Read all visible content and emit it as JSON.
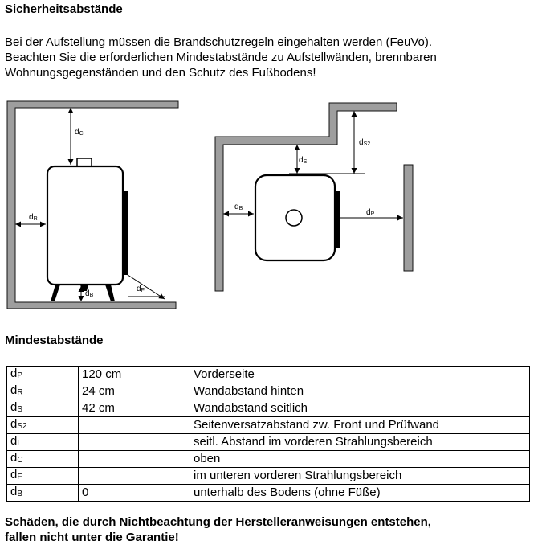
{
  "heading": "Sicherheitsabstände",
  "intro": [
    "Bei der Aufstellung müssen die Brandschutzregeln eingehalten werden (FeuVo).",
    "Beachten Sie die erforderlichen Mindestabstände zu Aufstellwänden, brennbaren",
    "Wohnungsgegenständen und den Schutz des Fußbodens!"
  ],
  "diagram_labels": {
    "left": {
      "dc": [
        "d",
        "C"
      ],
      "dr": [
        "d",
        "R"
      ],
      "db": [
        "d",
        "B"
      ],
      "df": [
        "d",
        "F"
      ]
    },
    "right": {
      "ds2": [
        "d",
        "S2"
      ],
      "ds": [
        "d",
        "S"
      ],
      "db": [
        "d",
        "B"
      ],
      "dp": [
        "d",
        "P"
      ]
    }
  },
  "table_heading": "Mindestabstände",
  "table": [
    {
      "sym": "d",
      "sub": "P",
      "value": "120 cm",
      "desc": "Vorderseite"
    },
    {
      "sym": "d",
      "sub": "R",
      "value": "24 cm",
      "desc": "Wandabstand hinten"
    },
    {
      "sym": "d",
      "sub": "S",
      "value": "42 cm",
      "desc": "Wandabstand seitlich"
    },
    {
      "sym": "d",
      "sub": "S2",
      "value": "",
      "desc": "Seitenversatzabstand zw. Front und Prüfwand"
    },
    {
      "sym": "d",
      "sub": "L",
      "value": "",
      "desc": "seitl. Abstand im vorderen Strahlungsbereich"
    },
    {
      "sym": "d",
      "sub": "C",
      "value": "",
      "desc": "oben"
    },
    {
      "sym": "d",
      "sub": "F",
      "value": "",
      "desc": "im unteren vorderen Strahlungsbereich"
    },
    {
      "sym": "d",
      "sub": "B",
      "value": "0",
      "desc": "unterhalb des Bodens (ohne Füße)"
    }
  ],
  "warning": [
    "Schäden, die durch Nichtbeachtung der Herstelleranweisungen entstehen,",
    "fallen nicht unter die Garantie!"
  ]
}
